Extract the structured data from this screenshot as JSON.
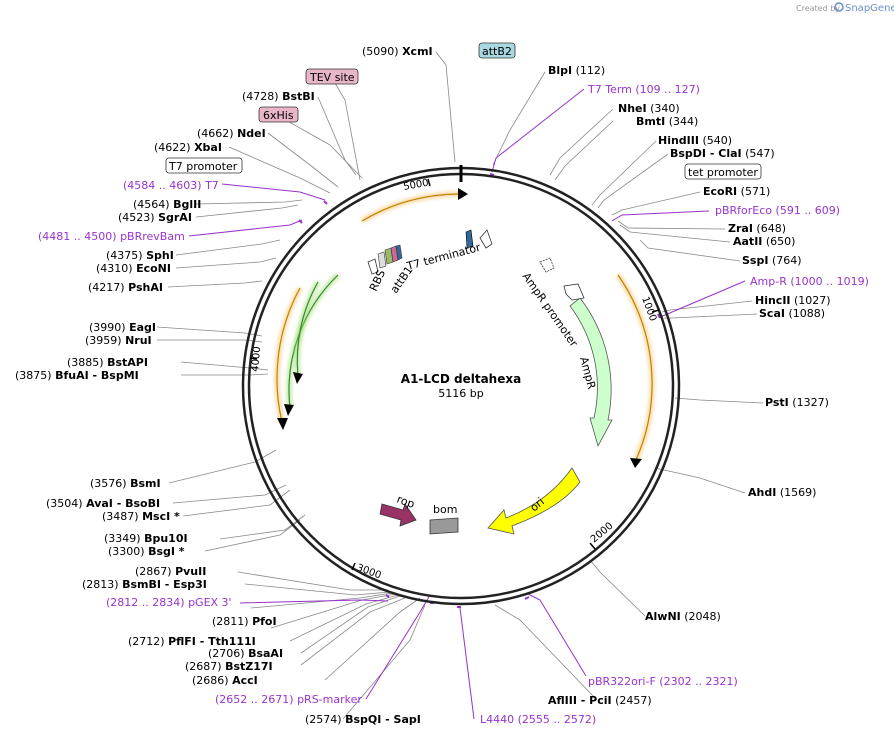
{
  "header": {
    "created_by": "Created by",
    "brand": "SnapGene"
  },
  "plasmid": {
    "name": "A1-LCD deltahexa",
    "size": "5116 bp"
  },
  "ticks": [
    "1000",
    "2000",
    "3000",
    "4000",
    "5000"
  ],
  "features": {
    "t7_terminator": "T7 terminator",
    "ampr_promoter": "AmpR promoter",
    "ampr": "AmpR",
    "ori": "ori",
    "rop": "rop",
    "bom": "bom",
    "rbs": "RBS",
    "attb1": "attB1"
  },
  "site_labels": [
    {
      "name": "XcmI",
      "pos": "(5090)"
    },
    {
      "name": "BlpI",
      "pos": "(112)"
    },
    {
      "name": "T7 Term",
      "pos": "(109 .. 127)"
    },
    {
      "name": "NheI",
      "pos": "(340)"
    },
    {
      "name": "BmtI",
      "pos": "(344)"
    },
    {
      "name": "HindIII",
      "pos": "(540)"
    },
    {
      "name": "BspDI - ClaI",
      "pos": "(547)"
    },
    {
      "name": "EcoRI",
      "pos": "(571)"
    },
    {
      "name": "pBRforEco",
      "pos": "(591 .. 609)"
    },
    {
      "name": "ZraI",
      "pos": "(648)"
    },
    {
      "name": "AatII",
      "pos": "(650)"
    },
    {
      "name": "SspI",
      "pos": "(764)"
    },
    {
      "name": "Amp-R",
      "pos": "(1000 .. 1019)"
    },
    {
      "name": "HincII",
      "pos": "(1027)"
    },
    {
      "name": "ScaI",
      "pos": "(1088)"
    },
    {
      "name": "PstI",
      "pos": "(1327)"
    },
    {
      "name": "AhdI",
      "pos": "(1569)"
    },
    {
      "name": "AlwNI",
      "pos": "(2048)"
    },
    {
      "name": "pBR322ori-F",
      "pos": "(2302 .. 2321)"
    },
    {
      "name": "AflIII - PciI",
      "pos": "(2457)"
    },
    {
      "name": "L4440",
      "pos": "(2555 .. 2572)"
    },
    {
      "name": "BspQI - SapI",
      "pos": "(2574)"
    },
    {
      "name": "pRS-marker",
      "pos": "(2652 .. 2671)"
    },
    {
      "name": "AccI",
      "pos": "(2686)"
    },
    {
      "name": "BstZ17I",
      "pos": "(2687)"
    },
    {
      "name": "BsaAI",
      "pos": "(2706)"
    },
    {
      "name": "PflFI - Tth111I",
      "pos": "(2712)"
    },
    {
      "name": "PfoI",
      "pos": "(2811)"
    },
    {
      "name": "pGEX 3'",
      "pos": "(2812 .. 2834)"
    },
    {
      "name": "BsmBI - Esp3I",
      "pos": "(2813)"
    },
    {
      "name": "PvuII",
      "pos": "(2867)"
    },
    {
      "name": "BsgI *",
      "pos": "(3300)"
    },
    {
      "name": "Bpu10I",
      "pos": "(3349)"
    },
    {
      "name": "MscI *",
      "pos": "(3487)"
    },
    {
      "name": "AvaI - BsoBI",
      "pos": "(3504)"
    },
    {
      "name": "BsmI",
      "pos": "(3576)"
    },
    {
      "name": "BfuAI - BspMI",
      "pos": "(3875)"
    },
    {
      "name": "BstAPI",
      "pos": "(3885)"
    },
    {
      "name": "NruI",
      "pos": "(3959)"
    },
    {
      "name": "EagI",
      "pos": "(3990)"
    },
    {
      "name": "PshAI",
      "pos": "(4217)"
    },
    {
      "name": "EcoNI",
      "pos": "(4310)"
    },
    {
      "name": "SphI",
      "pos": "(4375)"
    },
    {
      "name": "pBRrevBam",
      "pos": "(4481 .. 4500)"
    },
    {
      "name": "SgrAI",
      "pos": "(4523)"
    },
    {
      "name": "BglII",
      "pos": "(4564)"
    },
    {
      "name": "T7",
      "pos": "(4584 .. 4603)"
    },
    {
      "name": "XbaI",
      "pos": "(4622)"
    },
    {
      "name": "NdeI",
      "pos": "(4662)"
    },
    {
      "name": "BstBI",
      "pos": "(4728)"
    }
  ],
  "boxed_labels": {
    "attb2": "attB2",
    "tev_site": "TEV site",
    "his6": "6xHis",
    "t7_promoter": "T7 promoter",
    "tet_promoter": "tet promoter"
  },
  "colors": {
    "ampr": "#ccffcc",
    "ori": "#ffff00",
    "rop": "#993366",
    "bom": "#999999",
    "orange_arc": "#f4a300",
    "green_arc": "#339933",
    "primer": "#9933cc",
    "attb2_box": "#a8d8e0",
    "tev_box": "#e8b6c8"
  }
}
